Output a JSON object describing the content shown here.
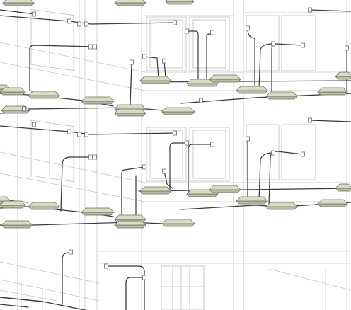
{
  "colors": {
    "background": "#ffffff",
    "building_line": "#c4c4c4",
    "pipe": "#3a3a3a",
    "pipe_light": "#6b6b6b",
    "unit_top": "#d9dbc6",
    "unit_side": "#b9bba2",
    "unit_edge": "#6c6e5e"
  },
  "icons": {
    "fitting": "square-tee-fitting",
    "terminal": "short-cross-tick",
    "unit": "flat-hex-air-unit"
  }
}
